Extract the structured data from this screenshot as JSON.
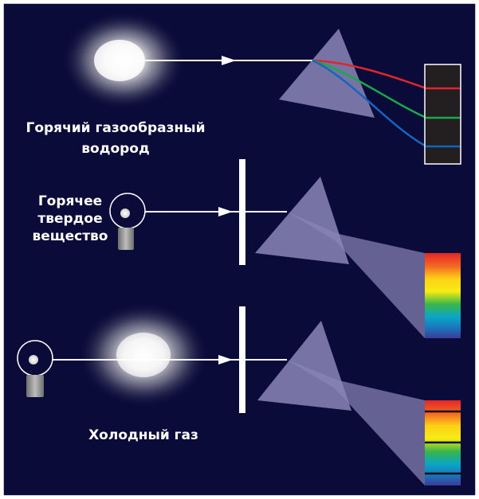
{
  "labels": {
    "hot_gas_line1": "Горячий газообразный",
    "hot_gas_line2": "водород",
    "hot_solid_line1": "Горячее",
    "hot_solid_line2": "твердое",
    "hot_solid_line3": "вещество",
    "cold_gas": "Холодный газ"
  },
  "colors": {
    "background": "#0b0b3a",
    "border": "#ffffff",
    "prism": "#8b86b8",
    "beam": "#ffffff",
    "emission_red": "#e0252b",
    "emission_green": "#1aa84a",
    "emission_blue": "#1565c0",
    "emission_plate": "#231f20"
  },
  "spectra": {
    "emission_lines": [
      "red",
      "green",
      "blue"
    ],
    "absorption_lines_count": 3
  }
}
